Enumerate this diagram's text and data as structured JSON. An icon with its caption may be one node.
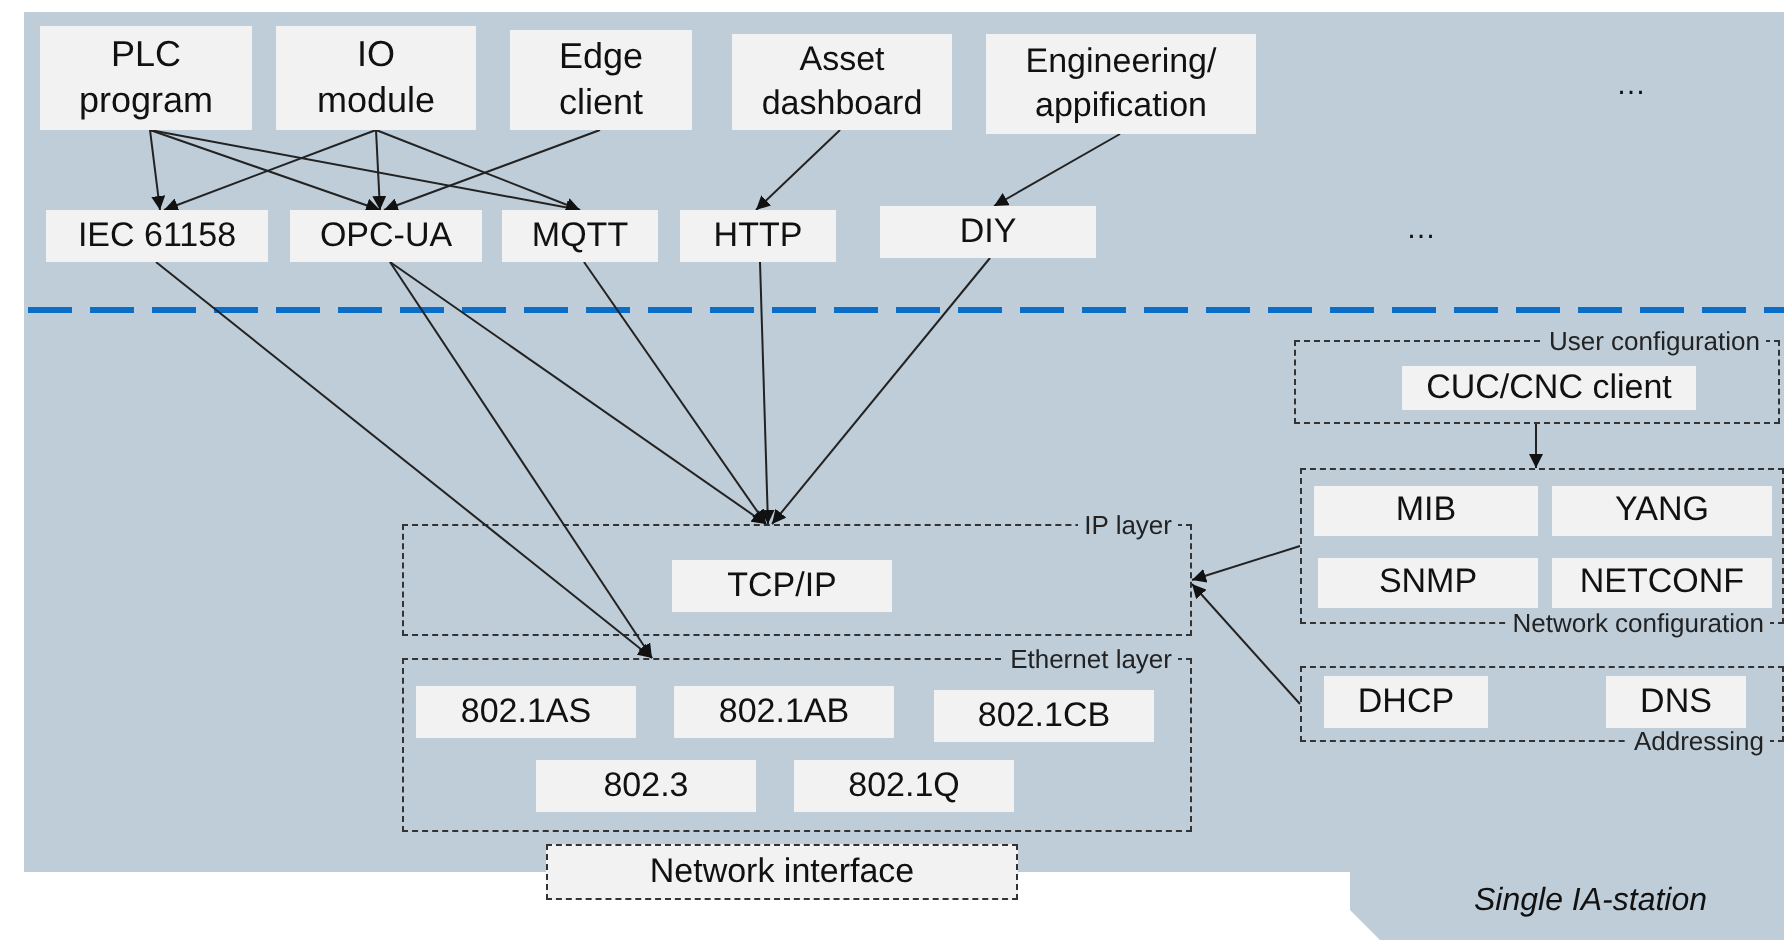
{
  "diagram": {
    "nodes": [
      {
        "text": [
          "PLC program"
        ]
      },
      {
        "text": [
          "IO module"
        ]
      },
      {
        "text": [
          "Edge client"
        ]
      },
      {
        "text": [
          "Asset dashboard"
        ]
      },
      {
        "text": [
          "Engineering/ appification"
        ]
      },
      {
        "text": [
          "IEC 61158"
        ]
      },
      {
        "text": [
          "OPC-UA"
        ]
      },
      {
        "text": [
          "MQTT"
        ]
      },
      {
        "text": [
          "HTTP"
        ]
      },
      {
        "text": [
          "DIY"
        ]
      },
      {
        "text": [
          "IP layer"
        ]
      },
      {
        "text": [
          "TCP/IP"
        ],
        "in": 10
      },
      {
        "text": [
          "Ethernet layer"
        ]
      },
      {
        "text": [
          "802.1AS"
        ],
        "in": 12
      },
      {
        "text": [
          "802.1AB"
        ],
        "in": 12
      },
      {
        "text": [
          "802.1CB"
        ],
        "in": 12
      },
      {
        "text": [
          "802.3"
        ],
        "in": 12
      },
      {
        "text": [
          "802.1Q"
        ],
        "in": 12
      },
      {
        "text": [
          "Network interface"
        ]
      },
      {
        "text": [
          "User configuration"
        ]
      },
      {
        "text": [
          "CUC/CNC client"
        ],
        "in": 19
      },
      {
        "text": [
          "Network configuration"
        ]
      },
      {
        "text": [
          "MIB"
        ],
        "in": 21
      },
      {
        "text": [
          "YANG"
        ],
        "in": 21
      },
      {
        "text": [
          "SNMP"
        ],
        "in": 21
      },
      {
        "text": [
          "NETCONF"
        ],
        "in": 21
      },
      {
        "text": [
          "Addressing"
        ]
      },
      {
        "text": [
          "DHCP"
        ],
        "in": 26
      },
      {
        "text": [
          "DNS"
        ],
        "in": 26
      }
    ],
    "edges": [
      {
        "from": 0,
        "to": 5,
        "arrow": "to"
      },
      {
        "from": 0,
        "to": 6,
        "arrow": "to"
      },
      {
        "from": 0,
        "to": 7,
        "arrow": "to"
      },
      {
        "from": 1,
        "to": 5,
        "arrow": "to"
      },
      {
        "from": 1,
        "to": 6,
        "arrow": "to"
      },
      {
        "from": 1,
        "to": 7,
        "arrow": "to"
      },
      {
        "from": 2,
        "to": 6,
        "arrow": "to"
      },
      {
        "from": 3,
        "to": 8,
        "arrow": "to"
      },
      {
        "from": 4,
        "to": 9,
        "arrow": "to"
      },
      {
        "from": 5,
        "to": 12,
        "arrow": "to"
      },
      {
        "from": 6,
        "to": 12,
        "arrow": "to"
      },
      {
        "from": 6,
        "to": 10,
        "arrow": "to"
      },
      {
        "from": 7,
        "to": 10,
        "arrow": "to"
      },
      {
        "from": 8,
        "to": 10,
        "arrow": "to"
      },
      {
        "from": 9,
        "to": 10,
        "arrow": "to"
      },
      {
        "from": 19,
        "to": 21,
        "arrow": "to"
      },
      {
        "from": 21,
        "to": 10,
        "arrow": "to"
      },
      {
        "from": 26,
        "to": 10,
        "arrow": "to"
      }
    ],
    "labels": [
      "…",
      "…",
      "Single IA-station"
    ]
  }
}
